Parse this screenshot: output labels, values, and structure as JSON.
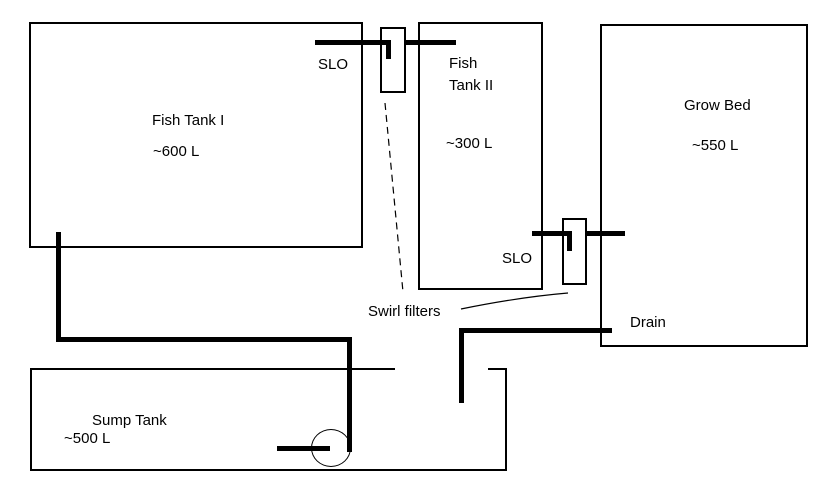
{
  "diagram": {
    "background": "#ffffff",
    "line_color": "#000000"
  },
  "tanks": {
    "fish_tank_1": {
      "name": "Fish Tank I",
      "volume": "~600 L"
    },
    "fish_tank_2": {
      "name": "Fish Tank II",
      "volume": "~300 L"
    },
    "grow_bed": {
      "name": "Grow Bed",
      "volume": "~550 L"
    },
    "sump_tank": {
      "name": "Sump Tank",
      "volume": "~500 L"
    }
  },
  "labels": {
    "slo_1": "SLO",
    "slo_2": "SLO",
    "swirl_filters": "Swirl filters",
    "drain": "Drain"
  },
  "shapes": {
    "pump_symbol": "circle",
    "swirl_filter_symbol": "small-vertical-rectangle"
  }
}
